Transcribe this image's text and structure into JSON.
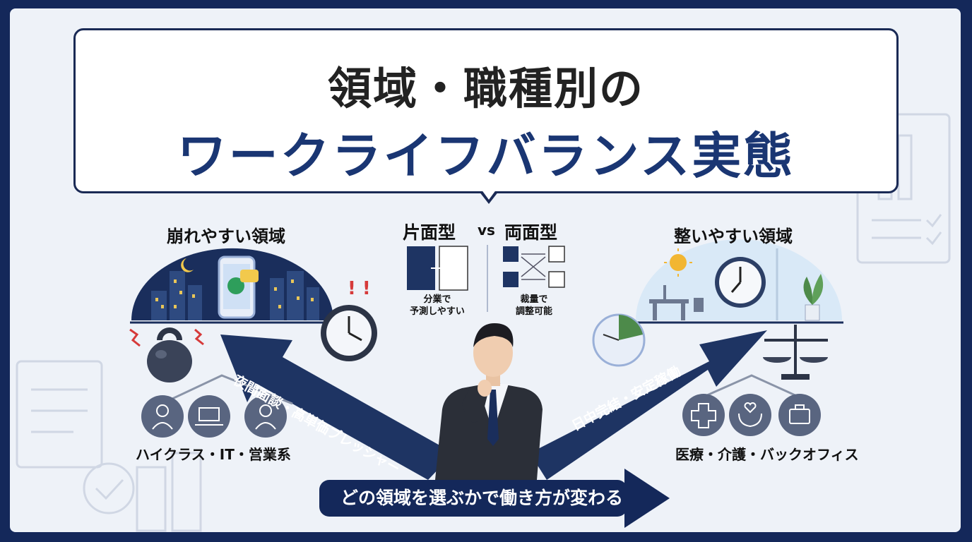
{
  "title": {
    "line1": "領域・職種別の",
    "line2": "ワークライフバランス実態"
  },
  "left": {
    "heading": "崩れやすい領域",
    "arrow_text": "夜間面談・高単価プレッシャー",
    "jobs_label": "ハイクラス・IT・営業系"
  },
  "middle": {
    "heading_a": "片面型",
    "vs": "vs",
    "heading_b": "両面型",
    "caption_a": [
      "分業で",
      "予測しやすい"
    ],
    "caption_b": [
      "裁量で",
      "調整可能"
    ]
  },
  "right": {
    "heading": "整いやすい領域",
    "arrow_text": "日中完結・安定稼働",
    "jobs_label": "医療・介護・バックオフィス"
  },
  "bottom_arrow_text": "どの領域を選ぶかで働き方が変わる",
  "colors": {
    "navy": "#1a3673",
    "dark_navy": "#14285a",
    "background": "#eef2f8",
    "icon_slate": "#596580"
  }
}
